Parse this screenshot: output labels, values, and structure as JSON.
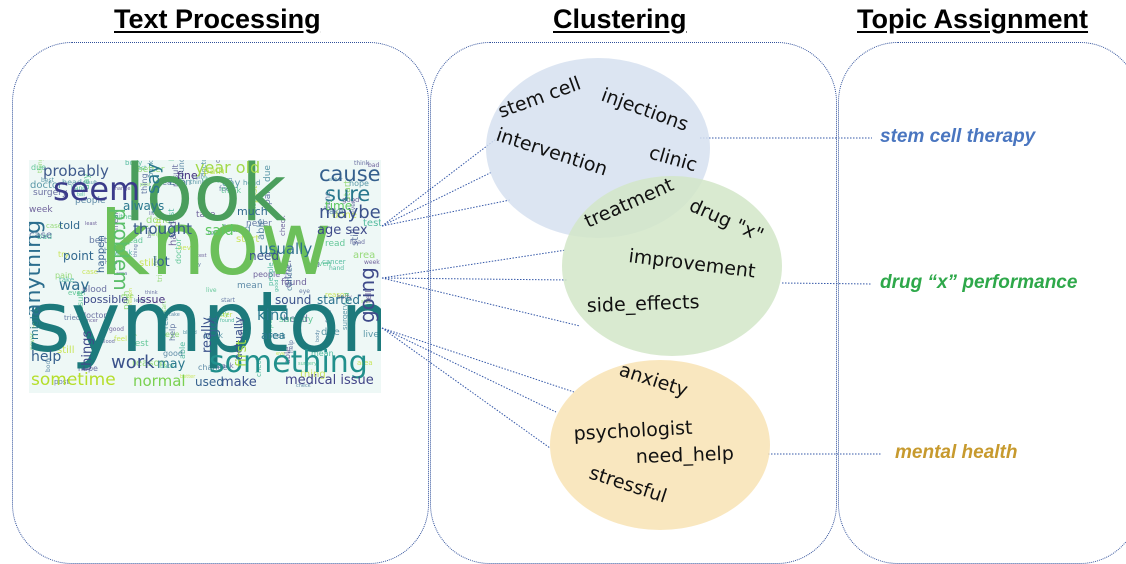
{
  "headers": {
    "text_processing": "Text Processing",
    "clustering": "Clustering",
    "topic_assignment": "Topic Assignment"
  },
  "wordcloud": {
    "words": [
      {
        "text": "look",
        "color": "#4a9e5c"
      },
      {
        "text": "know",
        "color": "#6cc05a"
      },
      {
        "text": "symptom",
        "color": "#1d7a7c"
      },
      {
        "text": "something",
        "color": "#21908c"
      },
      {
        "text": "seem",
        "color": "#3b3b8a"
      },
      {
        "text": "probably",
        "color": "#3f5a8c"
      },
      {
        "text": "problem",
        "color": "#5bbf6a"
      },
      {
        "text": "anything",
        "color": "#2c6e8e"
      },
      {
        "text": "cause",
        "color": "#35608d"
      },
      {
        "text": "sure",
        "color": "#2a788e"
      },
      {
        "text": "maybe",
        "color": "#3b528b"
      },
      {
        "text": "going",
        "color": "#3e4a89"
      },
      {
        "text": "say",
        "color": "#2a788e"
      },
      {
        "text": "year old",
        "color": "#a2d94a"
      },
      {
        "text": "usually",
        "color": "#2e6f8e"
      },
      {
        "text": "thought",
        "color": "#3a5a8c"
      },
      {
        "text": "said",
        "color": "#5ec962"
      },
      {
        "text": "work",
        "color": "#3b528b"
      },
      {
        "text": "sometime",
        "color": "#b5de2b"
      },
      {
        "text": "normal",
        "color": "#7ad151"
      },
      {
        "text": "help",
        "color": "#355f8d"
      },
      {
        "text": "way",
        "color": "#2f6b8e"
      },
      {
        "text": "point",
        "color": "#31688e"
      },
      {
        "text": "possible",
        "color": "#3e4a89"
      },
      {
        "text": "issue",
        "color": "#46327e"
      },
      {
        "text": "kind",
        "color": "#2a788e"
      },
      {
        "text": "got",
        "color": "#31688e"
      },
      {
        "text": "sound",
        "color": "#3b528b"
      },
      {
        "text": "started",
        "color": "#2c728e"
      },
      {
        "text": "medical issue",
        "color": "#414487"
      },
      {
        "text": "make",
        "color": "#3b528b"
      },
      {
        "text": "used",
        "color": "#35608d"
      },
      {
        "text": "may",
        "color": "#2a788e"
      },
      {
        "text": "age sex",
        "color": "#3e4a89"
      },
      {
        "text": "lot",
        "color": "#355f8d"
      },
      {
        "text": "really",
        "color": "#3b528b"
      },
      {
        "text": "time",
        "color": "#5ec962"
      },
      {
        "text": "always",
        "color": "#2a788e"
      },
      {
        "text": "told",
        "color": "#31688e"
      },
      {
        "text": "things",
        "color": "#3e4a89"
      },
      {
        "text": "might",
        "color": "#2a788e"
      },
      {
        "text": "need",
        "color": "#3b528b"
      },
      {
        "text": "much",
        "color": "#31688e"
      },
      {
        "text": "fine",
        "color": "#46327e"
      },
      {
        "text": "actually",
        "color": "#3b528b"
      },
      {
        "text": "area",
        "color": "#2a788e"
      },
      {
        "text": "first",
        "color": "#a2d94a"
      },
      {
        "text": "happen",
        "color": "#355f8d"
      }
    ]
  },
  "clusters": [
    {
      "id": "stem",
      "fill": "#d6e1f0",
      "words": [
        "stem cell",
        "injections",
        "intervention",
        "clinic"
      ]
    },
    {
      "id": "drug",
      "fill": "#d2e6c8",
      "words": [
        "treatment",
        "drug \"x\"",
        "improvement",
        "side_effects"
      ]
    },
    {
      "id": "mental",
      "fill": "#f8e3b4",
      "words": [
        "anxiety",
        "psychologist",
        "need_help",
        "stressful"
      ]
    }
  ],
  "topics": {
    "stem": "stem cell therapy",
    "drug": "drug “x” performance",
    "mental": "mental health"
  },
  "colors": {
    "panel_border": "#2f4f9a",
    "connector": "#3558a8",
    "stem_topic": "#4a76c0",
    "drug_topic": "#2ea84a",
    "mental_topic": "#c79a2e"
  }
}
